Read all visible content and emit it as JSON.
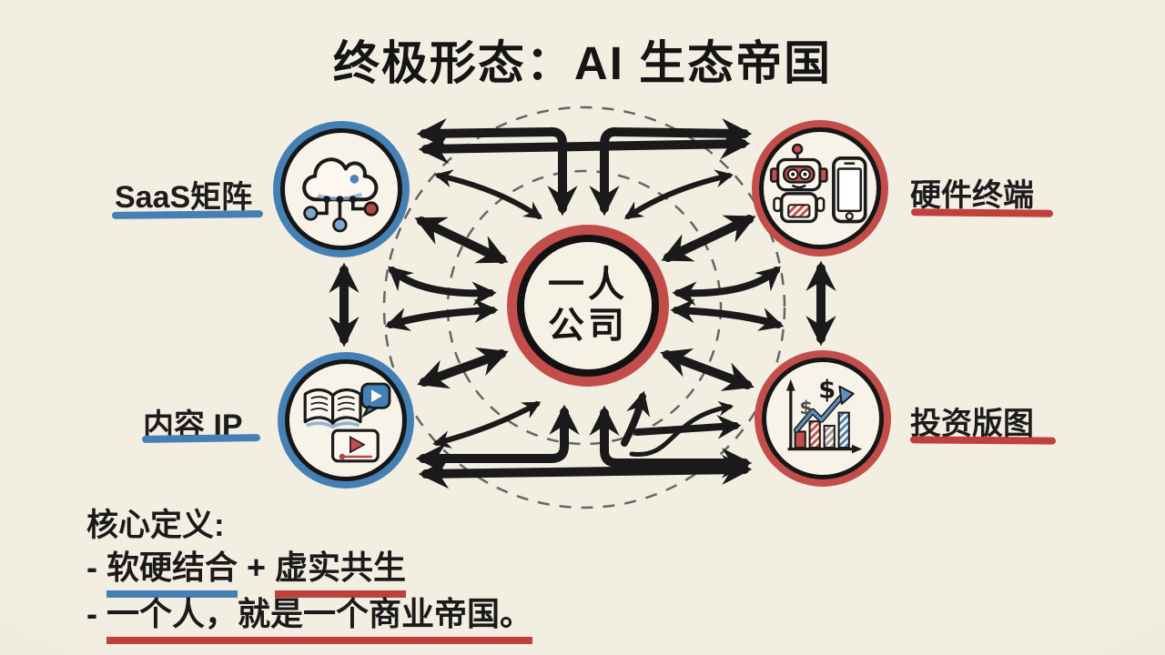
{
  "title": "终极形态：AI 生态帝国",
  "center": {
    "name": "一人公司",
    "line1": "一人",
    "line2": "公司"
  },
  "nodes": [
    {
      "id": "saas",
      "label": "SaaS矩阵",
      "accent": "#4580b4",
      "icon": "cloud-network-icon"
    },
    {
      "id": "hardware",
      "label": "硬件终端",
      "accent": "#c24d4a",
      "icon": "robot-phone-icon"
    },
    {
      "id": "content",
      "label": "内容 IP",
      "accent": "#4580b4",
      "icon": "book-video-icon"
    },
    {
      "id": "invest",
      "label": "投资版图",
      "accent": "#c24d4a",
      "icon": "chart-dollar-icon"
    }
  ],
  "definition": {
    "heading": "核心定义:",
    "line1_prefix": "- ",
    "line1_part1": "软硬结合",
    "line1_joiner": " + ",
    "line1_part2": "虚实共生",
    "line2_prefix": "- ",
    "line2_text": "一个人，就是一个商业帝国。"
  },
  "icons": {
    "dollar": "$"
  },
  "colors": {
    "background": "#f3eee2",
    "ink": "#1a1a1a",
    "blue": "#4580b4",
    "red": "#c24d4a",
    "underline_red": "#c0403c"
  }
}
